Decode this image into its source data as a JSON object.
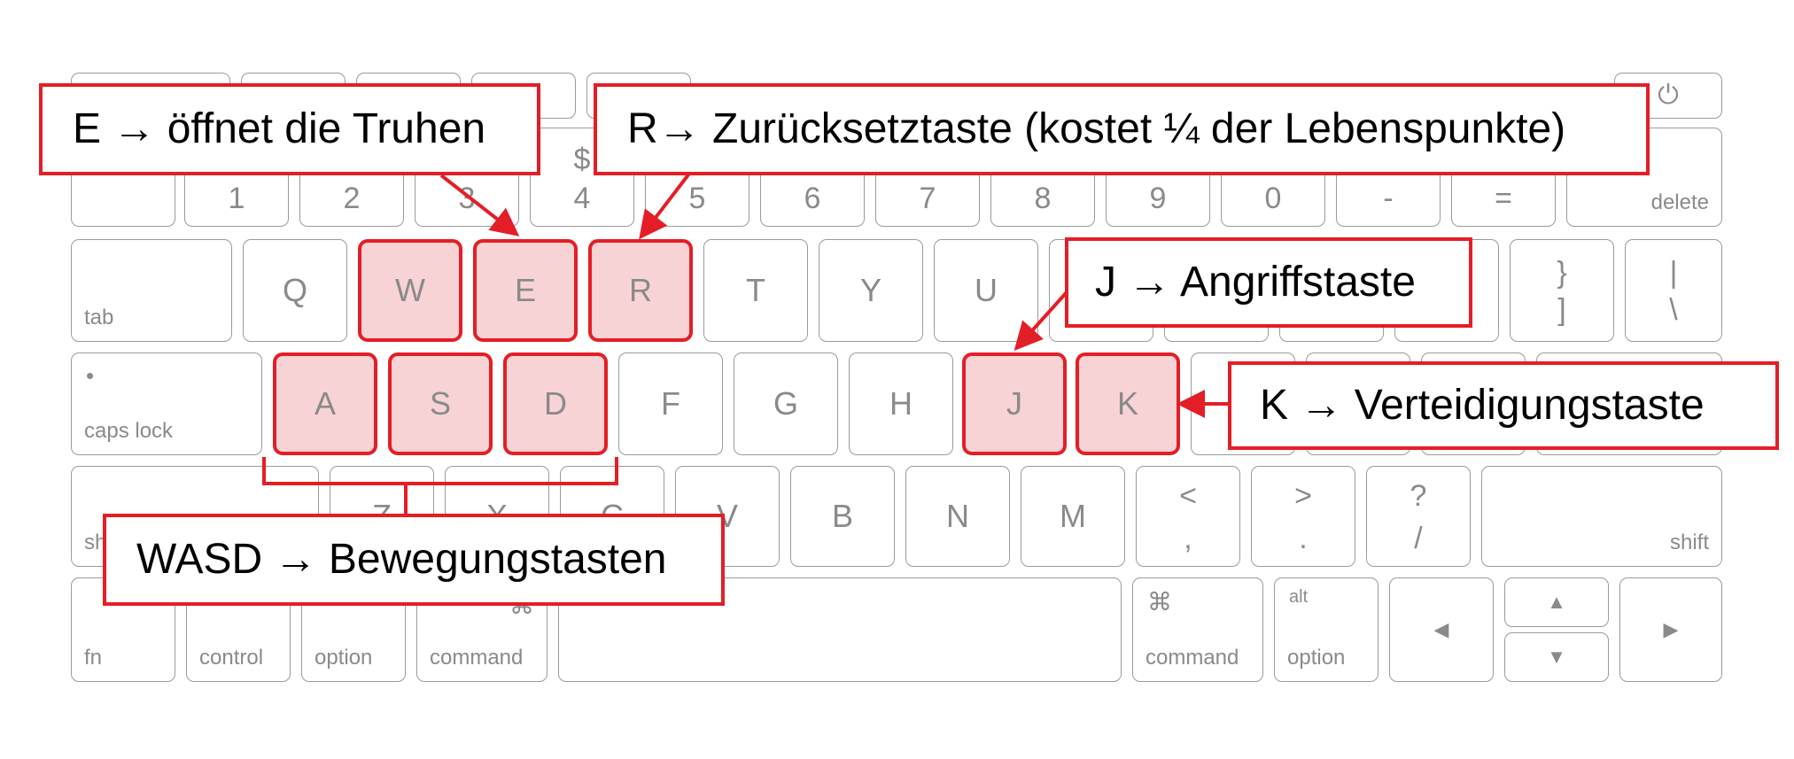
{
  "colors": {
    "accent": "#e41e26",
    "highlight": "#f8d3d5",
    "key_border": "#9a9a9a",
    "key_text": "#8a8a8a"
  },
  "keyboard": {
    "row1": {
      "keys": [
        "1",
        "2",
        "3",
        "4",
        "5",
        "6",
        "7",
        "8",
        "9",
        "0",
        "-",
        "="
      ],
      "shift_symbol_4": "$",
      "delete": "delete"
    },
    "row2": {
      "tab": "tab",
      "keys": [
        "Q",
        "W",
        "E",
        "R",
        "T",
        "Y",
        "U"
      ],
      "brace_top": "}",
      "brace_bottom": "]",
      "pipe_top": "|",
      "pipe_bottom": "\\"
    },
    "row3": {
      "caps_dot": "•",
      "caps": "caps lock",
      "keys": [
        "A",
        "S",
        "D",
        "F",
        "G",
        "H",
        "J",
        "K"
      ]
    },
    "row4": {
      "shift_left": "sh",
      "keys": [
        "Z",
        "X",
        "C",
        "V",
        "B",
        "N",
        "M"
      ],
      "comma_top": "<",
      "comma_bottom": ",",
      "period_top": ">",
      "period_bottom": ".",
      "slash_top": "?",
      "slash_bottom": "/",
      "shift_right": "shift"
    },
    "row5": {
      "fn": "fn",
      "control": "control",
      "option": "option",
      "command": "command",
      "cmd_symbol": "⌘",
      "command_right": "command",
      "alt": "alt",
      "option_right": "option",
      "arrow_left": "◀",
      "arrow_up": "▲",
      "arrow_down": "▼",
      "arrow_right": "▶"
    },
    "power_icon": "⏻",
    "highlighted_keys": [
      "W",
      "E",
      "R",
      "A",
      "S",
      "D",
      "J",
      "K"
    ]
  },
  "callouts": {
    "e": "E → öffnet die Truhen",
    "r": "R→ Zurücksetztaste (kostet ¼ der Lebenspunkte)",
    "j": "J → Angriffstaste",
    "k": "K → Verteidigungstaste",
    "wasd": "WASD → Bewegungstasten"
  }
}
